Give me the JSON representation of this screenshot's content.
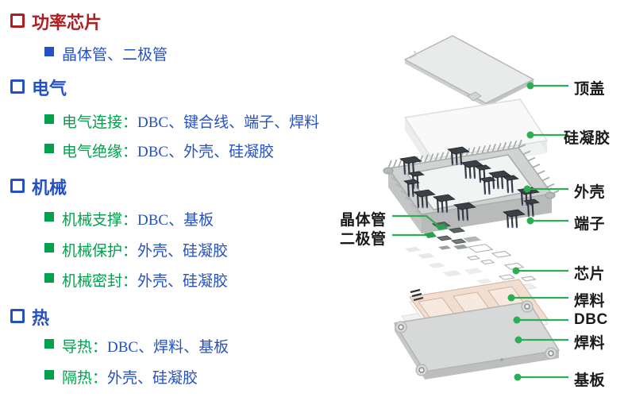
{
  "outline": {
    "power_chip": {
      "title": "功率芯片",
      "chips": "晶体管、二极管"
    },
    "electrical": {
      "title": "电气",
      "items": [
        {
          "label": "电气连接：",
          "value": "DBC、键合线、端子、焊料"
        },
        {
          "label": "电气绝缘：",
          "value": "DBC、外壳、硅凝胶"
        }
      ]
    },
    "mechanical": {
      "title": "机械",
      "items": [
        {
          "label": "机械支撑：",
          "value": "DBC、基板"
        },
        {
          "label": "机械保护：",
          "value": "外壳、硅凝胶"
        },
        {
          "label": "机械密封：",
          "value": "外壳、硅凝胶"
        }
      ]
    },
    "thermal": {
      "title": "热",
      "items": [
        {
          "label": "导热：",
          "value": "DBC、焊料、基板"
        },
        {
          "label": "隔热：",
          "value": "外壳、硅凝胶"
        }
      ]
    }
  },
  "diagram": {
    "callouts_right": [
      {
        "text": "顶盖"
      },
      {
        "text": "硅凝胶"
      },
      {
        "text": "外壳"
      },
      {
        "text": "端子"
      },
      {
        "text": "芯片"
      },
      {
        "text": "焊料"
      },
      {
        "text": "DBC"
      },
      {
        "text": "焊料"
      },
      {
        "text": "基板"
      }
    ],
    "callouts_left": [
      {
        "text": "晶体管"
      },
      {
        "text": "二极管"
      }
    ]
  },
  "colors": {
    "heading_red": "#ae1f21",
    "body_blue": "#2451c5",
    "body_green": "#00a14d",
    "callout_green": "#2fad53",
    "callout_text": "#1a1a1a"
  }
}
